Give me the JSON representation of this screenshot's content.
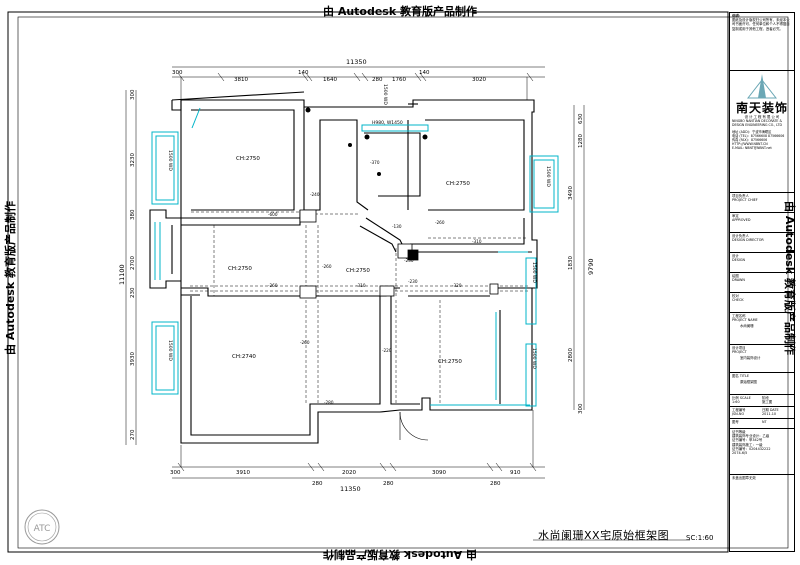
{
  "watermark": "由 Autodesk 教育版产品制作",
  "plan": {
    "title": "水尚阑珊XX宅原始框架图",
    "scale": "SC:1:60",
    "top_dims": [
      "300",
      "3810",
      "140",
      "1640",
      "280",
      "1760",
      "140",
      "3020"
    ],
    "top_total": "11350",
    "bottom_dims": [
      "300",
      "3910",
      "280",
      "2020",
      "280",
      "3090",
      "280",
      "910"
    ],
    "bottom_total": "11350",
    "left_dims": [
      "300",
      "3230",
      "380",
      "2700",
      "230",
      "3930",
      "270"
    ],
    "left_total": "11100",
    "right_dims": [
      "630",
      "1280",
      "3490",
      "1830",
      "2800",
      "300"
    ],
    "right_total": "9790",
    "window_labels": [
      "1500 WD",
      "1500 WD",
      "1500 WD",
      "1500 WD",
      "1500 WD",
      "1500 WD"
    ],
    "room_heights": [
      "CH:2750",
      "CH:2750",
      "CH:2750",
      "CH:2750",
      "CH:2740",
      "CH:2750"
    ],
    "opening_label": "H980, W1450",
    "beam_labels": [
      "-240",
      "-600",
      "-260",
      "-370",
      "-130",
      "-260",
      "-310",
      "-230",
      "-260",
      "-310",
      "-320",
      "-260",
      "-220",
      "-280",
      "-230"
    ]
  },
  "titleblock": {
    "notice_title": "说明：",
    "notice": "图纸及设计版权归公司所有，未经本公司书面许可，任何单位和个人不得擅自复制或用于其他工程，违者必究。",
    "brand_cn": "南天装饰",
    "brand_sub_cn": "设 计 工 程 有 限 公 司",
    "brand_en": "NINGBO NANTIAN DECORATE & DESIGN ENGINEERING CO., LTD",
    "address": "地址 (ADD)：宁波市海曙区",
    "tel": "电话 (TEL)：87566608 87566606",
    "fax": "传真 (FAX)：87566606",
    "http": "HTTP://WWW.NBNT.CN",
    "email": "E-MAIL: NBNT@NBNT.net",
    "project_chief_label": "项目负责人",
    "project_chief_en": "PROJECT CHIEF",
    "approved_label": "审定",
    "approved_en": "APPROVED",
    "design_chief_label": "设计负责人",
    "design_chief_en": "DESIGN DIRECTOR",
    "design_label": "设计",
    "design_en": "DESIGN",
    "drawing_label": "绘图",
    "drawing_en": "DRAWN",
    "check_label": "校对",
    "check_en": "CHECK",
    "project_name_label": "工程名称",
    "project_name_en": "PROJECT NAME",
    "project_name": "水尚阑珊",
    "design_project_label": "设计项目",
    "design_project_en": "PROJECT",
    "design_project": "室内装饰设计",
    "drawing_title_label": "图名",
    "drawing_title_en": "TITLE",
    "drawing_title": "原始框架图",
    "scale_label": "比例",
    "scale_en": "SCALE",
    "scale_value": "1:60",
    "stage_label": "阶段",
    "stage_value": "施工图",
    "drawing_no_label": "工程编号",
    "drawing_no_value": "JSN-NO",
    "date_label": "日期",
    "date_en": "DATE",
    "date_value": "2011.10",
    "sheet_label": "图号",
    "sheet_value": "NT",
    "cert_title": "证书等级",
    "cert_lines": [
      "建筑装饰专业设计：乙级",
      "证书编号：甲342号",
      "建筑装饰施工：一级",
      "证书编号：0204432222",
      "2074-6/5"
    ],
    "footer": "未盖出图章无效"
  }
}
